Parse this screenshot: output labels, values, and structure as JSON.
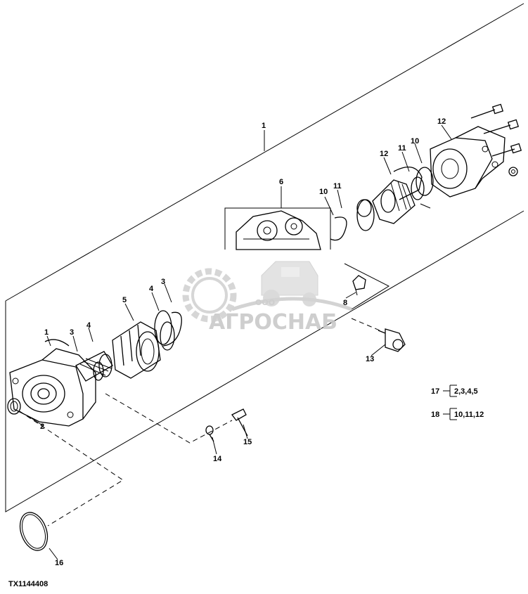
{
  "callouts": {
    "c1": "1",
    "c2": "2",
    "c3a": "3",
    "c3b": "3",
    "c4a": "4",
    "c4b": "4",
    "c5": "5",
    "c6": "6",
    "c8": "8",
    "c10a": "10",
    "c10b": "10",
    "c11a": "11",
    "c11b": "11",
    "c12a": "12",
    "c12b": "12",
    "c13": "13",
    "c14": "14",
    "c15": "15",
    "c16": "16",
    "c1b": "1"
  },
  "legend": {
    "kit17": {
      "number": "17",
      "contents": "2,3,4,5"
    },
    "kit18": {
      "number": "18",
      "contents": "10,11,12"
    }
  },
  "figure_id": "TX1144408",
  "watermark": {
    "brand": "АГРОСНАБ",
    "company_type": "ООО"
  }
}
